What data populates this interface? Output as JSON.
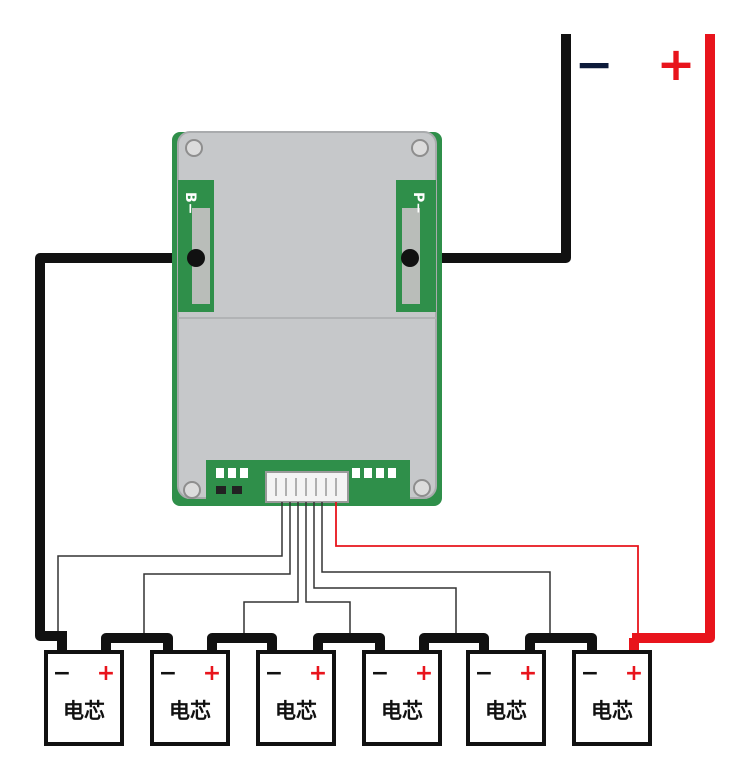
{
  "output_terminals": {
    "negative_sign": "−",
    "positive_sign": "+",
    "negative_color": "#0d1b3a",
    "positive_color": "#e8141c"
  },
  "board": {
    "label_b": "B−",
    "label_p": "P−"
  },
  "cells": [
    {
      "label": "电芯",
      "neg_sign": "−",
      "pos_sign": "+"
    },
    {
      "label": "电芯",
      "neg_sign": "−",
      "pos_sign": "+"
    },
    {
      "label": "电芯",
      "neg_sign": "−",
      "pos_sign": "+"
    },
    {
      "label": "电芯",
      "neg_sign": "−",
      "pos_sign": "+"
    },
    {
      "label": "电芯",
      "neg_sign": "−",
      "pos_sign": "+"
    },
    {
      "label": "电芯",
      "neg_sign": "−",
      "pos_sign": "+"
    }
  ],
  "colors": {
    "wire_black": "#111111",
    "wire_red": "#e8141c",
    "sense_wire": "#333333",
    "plate": "#c6c8ca",
    "plate_edge": "#a9abad",
    "pcb_green": "#2f8f4a"
  }
}
